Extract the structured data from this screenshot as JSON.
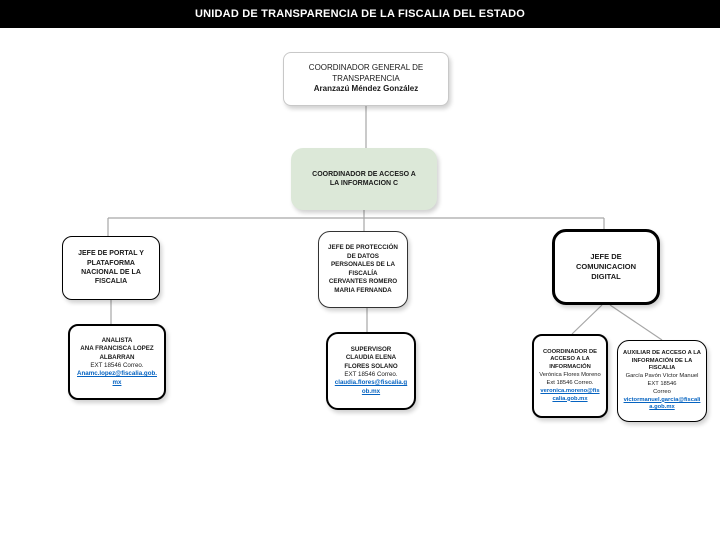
{
  "header": {
    "title": "UNIDAD DE TRANSPARENCIA DE LA FISCALIA DEL ESTADO"
  },
  "colors": {
    "header_bg": "#000000",
    "box_green": "#dce8d8",
    "link_blue": "#0563c1",
    "line_gray": "#a6a6a6"
  },
  "org": {
    "root": {
      "title": "COORDINADOR GENERAL DE TRANSPARENCIA",
      "name": "Aranzazú Méndez González"
    },
    "coordinator": {
      "title": "COORDINADOR DE ACCESO A LA INFORMACION C"
    },
    "level3": [
      {
        "title": "JEFE DE PORTAL Y PLATAFORMA NACIONAL DE LA FISCALIA"
      },
      {
        "title": "JEFE DE PROTECCIÓN DE DATOS PERSONALES DE LA FISCALÍA",
        "name": "CERVANTES ROMERO MARIA FERNANDA"
      },
      {
        "title": "JEFE DE COMUNICACION DIGITAL"
      }
    ],
    "level4": [
      {
        "title": "ANALISTA",
        "name": "ANA FRANCISCA LOPEZ ALBARRAN",
        "ext": "EXT 18546 Correo.",
        "email": "Anamc.lopez@fiscalia.gob.mx"
      },
      {
        "title": "SUPERVISOR",
        "name": "CLAUDIA ELENA FLORES SOLANO",
        "ext": "EXT 18546 Correo.",
        "email": "claudia.flores@fiscalia.gob.mx"
      },
      {
        "title": "COORDINADOR DE ACCESO A LA INFORMACIÓN",
        "name": "Verónica Flores Moreno",
        "ext": "Ext 18546 Correo.",
        "email": "veronica.moreno@fiscalia.gob.mx"
      },
      {
        "title": "AUXILIAR DE ACCESO A LA INFORMACIÓN DE LA FISCALIA",
        "name": "García Pavón Víctor Manuel",
        "ext": "EXT 18546",
        "correo_label": "Correo",
        "email": "victormanuel.garcia@fiscalia.gob.mx"
      }
    ]
  }
}
